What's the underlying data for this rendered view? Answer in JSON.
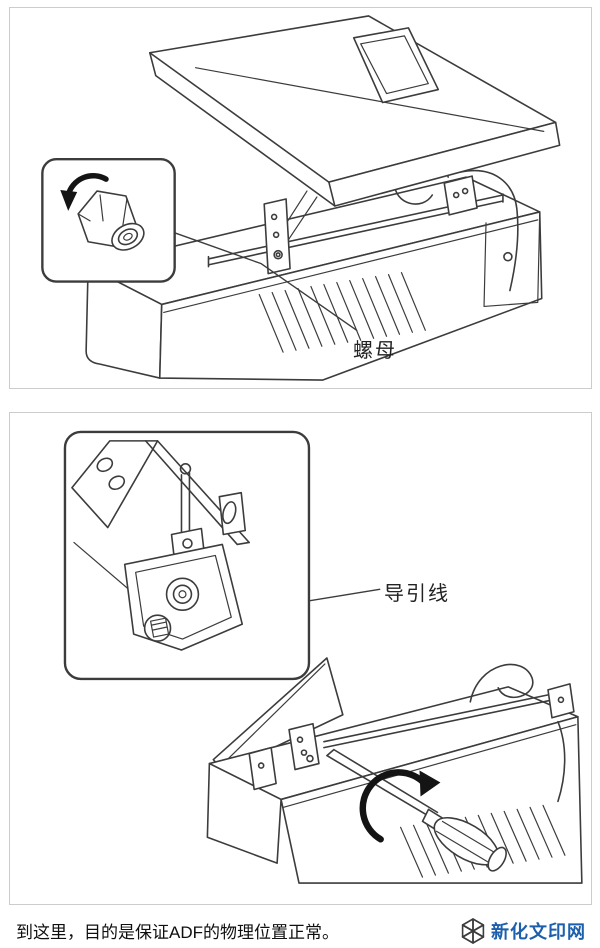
{
  "figure_top": {
    "part_label": "螺母",
    "icons": [
      "printer-with-raised-adf",
      "hex-nut",
      "counterclockwise-rotation-arrow",
      "callout-bubble",
      "leader-line"
    ]
  },
  "figure_bottom": {
    "part_label": "导引线",
    "icons": [
      "internal-bracket-detail",
      "guide-wire-clip",
      "callout-bubble",
      "printer-corner",
      "screwdriver",
      "clockwise-rotation-arrow",
      "leader-line"
    ]
  },
  "caption": "到这里，目的是保证ADF的物理位置正常。",
  "logo": {
    "text": "新化文印网",
    "text_color": "#1c5fac",
    "icon_colors": [
      "#1b75bc",
      "#00aeef",
      "#00a651",
      "#ffd400",
      "#ed1c24",
      "#ec008c"
    ]
  },
  "style": {
    "line_color": "#3c3c3c",
    "arrow_color": "#141414",
    "label_color": "#222222",
    "figure_border": "#cccccc",
    "background": "#ffffff"
  }
}
